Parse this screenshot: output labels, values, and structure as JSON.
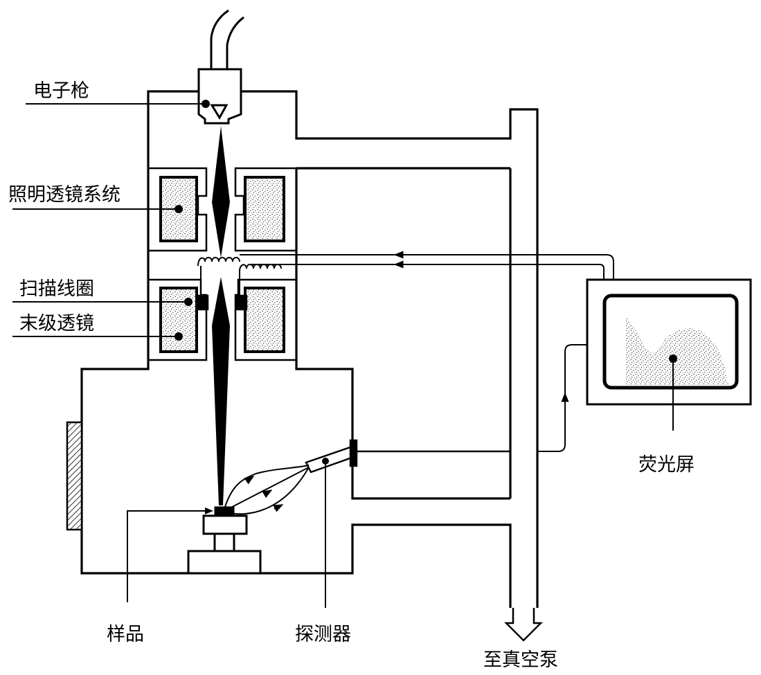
{
  "labels": {
    "electron_gun": "电子枪",
    "illumination_lens": "照明透镜系统",
    "scan_coil": "扫描线圈",
    "final_lens": "末级透镜",
    "sample": "样品",
    "detector": "探测器",
    "vacuum_pump": "至真空泵",
    "screen": "荧光屏"
  }
}
